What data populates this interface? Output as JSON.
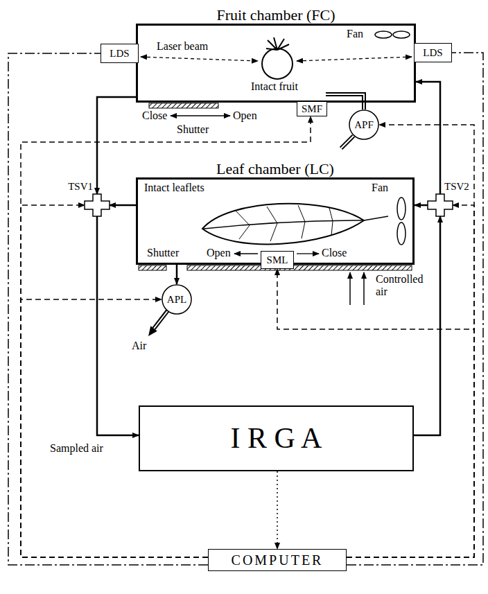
{
  "diagram": {
    "nodes": [
      {
        "text": [
          "Fruit chamber (FC)"
        ]
      },
      {
        "text": [
          "LDS"
        ]
      },
      {
        "text": [
          "LDS"
        ]
      },
      {
        "text": [
          "SMF"
        ]
      },
      {
        "text": [
          "APF"
        ]
      },
      {
        "text": [
          "Leaf chamber (LC)"
        ]
      },
      {
        "text": [
          "SML"
        ]
      },
      {
        "text": [
          "APL"
        ]
      },
      {
        "text": [
          "TSV1"
        ]
      },
      {
        "text": [
          "TSV2"
        ]
      },
      {
        "text": [
          "I R G A"
        ]
      },
      {
        "text": [
          "COMPUTER"
        ]
      }
    ],
    "edges": [
      {
        "from": 0,
        "to": 8,
        "arrow": "to"
      },
      {
        "from": 5,
        "to": 8,
        "arrow": "to"
      },
      {
        "from": 8,
        "to": 10,
        "arrow": "to",
        "label": "Sampled air"
      },
      {
        "from": 10,
        "to": 9,
        "arrow": "to"
      },
      {
        "from": 9,
        "to": 5,
        "arrow": "to"
      },
      {
        "from": 9,
        "to": 0,
        "arrow": "to"
      },
      {
        "from": 0,
        "to": 4,
        "arrow": "none"
      },
      {
        "from": 5,
        "to": 7,
        "arrow": "to"
      },
      {
        "from": 10,
        "to": 11,
        "arrow": "to"
      },
      {
        "from": 11,
        "to": 1,
        "arrow": "none"
      },
      {
        "from": 11,
        "to": 2,
        "arrow": "none"
      },
      {
        "from": 11,
        "to": 8,
        "arrow": "to"
      },
      {
        "from": 11,
        "to": 7,
        "arrow": "to"
      },
      {
        "from": 11,
        "to": 3,
        "arrow": "to"
      },
      {
        "from": 11,
        "to": 4,
        "arrow": "to"
      },
      {
        "from": 11,
        "to": 9,
        "arrow": "to"
      },
      {
        "from": 11,
        "to": 6,
        "arrow": "to"
      }
    ],
    "labels": [
      "Laser beam",
      "Fan",
      "Intact fruit",
      "Close",
      "Open",
      "Shutter",
      "Intact leaflets",
      "Fan",
      "Shutter",
      "Open",
      "Close",
      "Controlled air",
      "Air"
    ]
  }
}
